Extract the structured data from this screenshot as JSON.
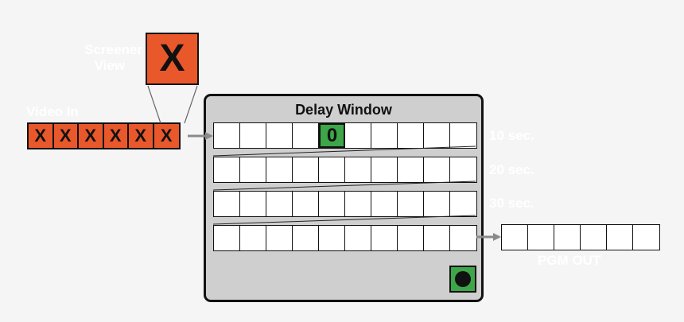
{
  "screener": {
    "label_line1": "Screener",
    "label_line2": "View",
    "symbol": "X"
  },
  "video_in": {
    "label": "Video In",
    "cells": [
      "X",
      "X",
      "X",
      "X",
      "X",
      "X"
    ]
  },
  "delay_window": {
    "title": "Delay Window",
    "rows": [
      {
        "time_label": "10 sec.",
        "cells": [
          "",
          "",
          "",
          "",
          "0",
          "",
          "",
          "",
          "",
          ""
        ]
      },
      {
        "time_label": "20 sec.",
        "cells": [
          "",
          "",
          "",
          "",
          "",
          "",
          "",
          "",
          "",
          ""
        ]
      },
      {
        "time_label": "30 sec.",
        "cells": [
          "",
          "",
          "",
          "",
          "",
          "",
          "",
          "",
          "",
          ""
        ]
      },
      {
        "time_label": "",
        "cells": [
          "",
          "",
          "",
          "",
          "",
          "",
          "",
          "",
          "",
          ""
        ]
      }
    ],
    "active_frame_value": "0",
    "record_button": "record-icon"
  },
  "pgm_out": {
    "label": "PGM OUT",
    "cells": [
      "",
      "",
      "",
      "",
      "",
      ""
    ]
  },
  "colors": {
    "frame_orange": "#e8582b",
    "active_green": "#3da648",
    "window_gray": "#cfcfcf",
    "label_white": "#ffffff"
  }
}
